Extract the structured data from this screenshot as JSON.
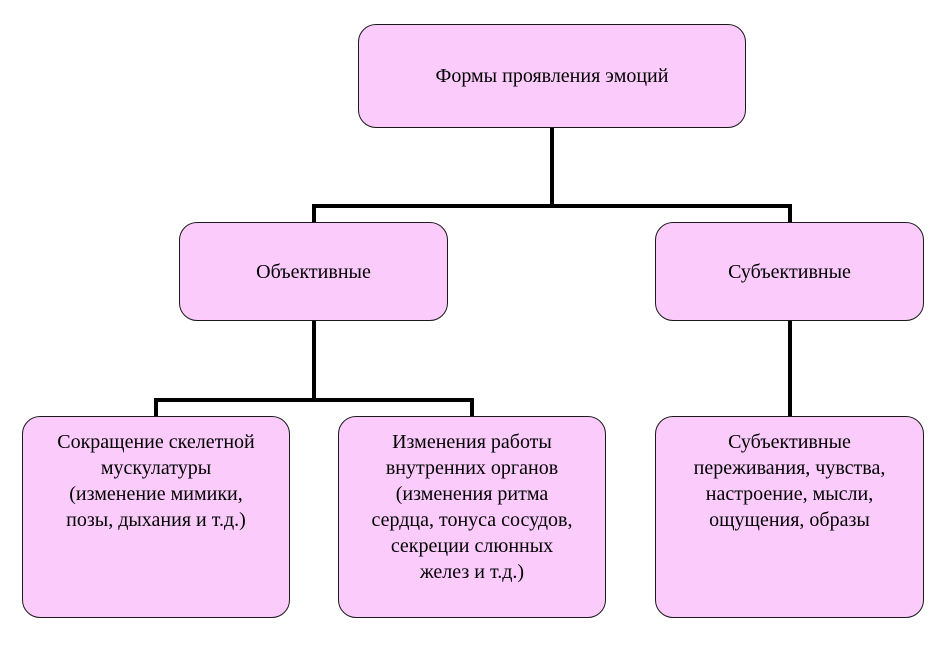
{
  "diagram": {
    "root": {
      "label": "Формы проявления эмоций"
    },
    "objective": {
      "label": "Объективные"
    },
    "subjective": {
      "label": "Субъективные"
    },
    "muscle": {
      "label": "Сокращение скелетной\nмускулатуры\n(изменение мимики,\nпозы, дыхания и т.д.)"
    },
    "organs": {
      "label": "Изменения работы\nвнутренних органов\n(изменения ритма\nсердца, тонуса сосудов,\nсекреции слюнных\nжелез и т.д.)"
    },
    "feelings": {
      "label": "Субъективные\nпереживания, чувства,\nнастроение, мысли,\nощущения, образы"
    }
  },
  "colors": {
    "node_fill": "#fbcbfb",
    "node_border": "#1a1a1a",
    "connector": "#000000"
  }
}
